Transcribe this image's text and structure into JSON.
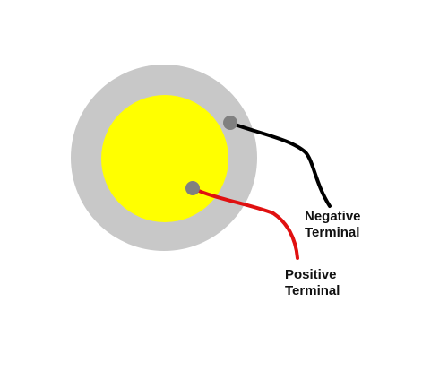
{
  "diagram": {
    "colors": {
      "background": "#ffffff",
      "outer_disc": "#c8c8c8",
      "inner_disc": "#ffff00",
      "terminal_dot": "#808080",
      "negative_wire": "#000000",
      "positive_wire": "#e01010",
      "label_text": "#111111"
    },
    "labels": {
      "negative_line1": "Negative",
      "negative_line2": "Terminal",
      "positive_line1": "Positive",
      "positive_line2": "Terminal"
    }
  }
}
